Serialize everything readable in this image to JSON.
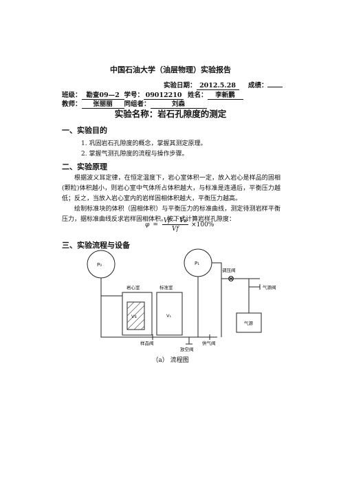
{
  "report": {
    "title": "中国石油大学（油层物理）实验报告",
    "date_label": "实验日期：",
    "date_value": "2012.5.28",
    "score_label": "成绩：",
    "score_value": "",
    "class_label": "班级：",
    "class_value": "勘查09—2",
    "student_id_label": "学号：",
    "student_id_value": "09012210",
    "name_label": "姓名：",
    "name_value": "李新鹏",
    "teacher_label": "教师：",
    "teacher_value": "张丽丽",
    "partner_label": "同组者：",
    "partner_value": "刘森"
  },
  "experiment_name": "实验名称：岩石孔隙度的测定",
  "sections": {
    "purpose": {
      "heading": "一、实验目的",
      "items": [
        "1.  巩固岩石孔隙度的概念，掌握其测定原理。",
        "2.  掌握气测孔隙度的流程与操作步骤。"
      ]
    },
    "principle": {
      "heading": "二、实验原理",
      "paragraph1": "根据波义耳定律，在恒定温度下，岩心室体积一定，放入岩心是样品的固相(颗粒)体积越小，则岩心室中气体所占体积越大，与标准是连通后，平衡压力越低；反之，当放入岩心室内的岩样固相体积越大，平衡压力越高。",
      "paragraph2": "绘制标准块的体积（固相体积）与平衡压力的标准曲线，测定待测岩样平衡压力，据标准曲线反求岩样固相体积。按下式计算岩样孔隙度：",
      "formula": {
        "symbol": "φ",
        "equals": "=",
        "numerator": "Vf − Vs",
        "denominator": "Vf",
        "multiplier": "×100%"
      }
    },
    "process": {
      "heading": "三、实验流程与设备",
      "caption": "（a）  流程图"
    }
  },
  "diagram": {
    "tank_left": "P₀",
    "tank_right": "P₁",
    "core_chamber": "岩心室",
    "standard_chamber": "标准室",
    "sample_volume": "Vs",
    "standard_volume": "V₁",
    "pressure_valve": "调压阀",
    "filter_valve": "气源阀",
    "gas_source": "气源",
    "sample_valve": "样品阀",
    "vent_valve": "放空阀",
    "supply_valve": "供气阀"
  }
}
